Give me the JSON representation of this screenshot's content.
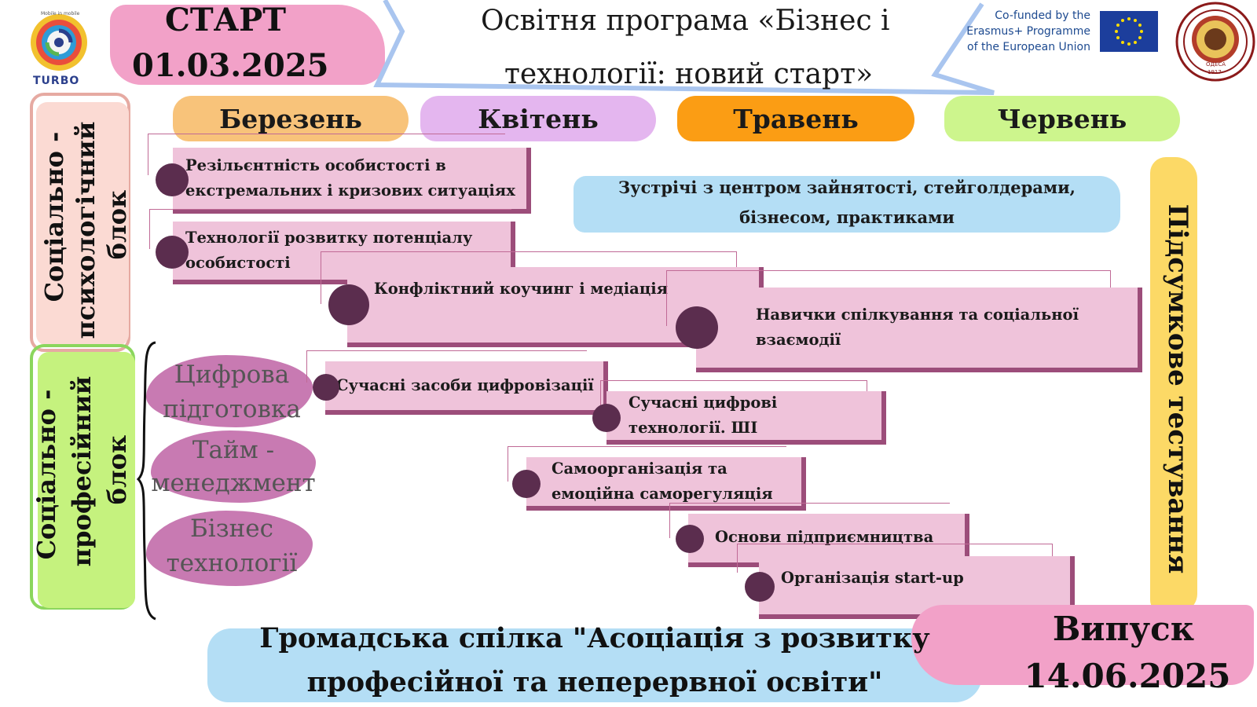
{
  "header": {
    "start_label": "СТАРТ",
    "start_date": "01.03.2025",
    "title_line1": "Освітня програма «Бізнес і",
    "title_line2": "технології: новий старт»",
    "logo_left_text": "TURBO",
    "logo_left_small": "Mobile in mobile",
    "cofunded_line1": "Co-funded by the",
    "cofunded_line2": "Erasmus+ Programme",
    "cofunded_line3": "of the European Union",
    "seal_year": "1917",
    "seal_city": "ОДЕСА"
  },
  "months": [
    "Березень",
    "Квітень",
    "Травень",
    "Червень"
  ],
  "blocks": {
    "social_psych_line1": "Соціально -",
    "social_psych_line2": "психологічний",
    "social_psych_line3": "блок",
    "social_prof_line1": "Соціально -",
    "social_prof_line2": "професійний",
    "social_prof_line3": "блок"
  },
  "categories": [
    {
      "line1": "Цифрова",
      "line2": "підготовка"
    },
    {
      "line1": "Тайм -",
      "line2": "менеджмент"
    },
    {
      "line1": "Бізнес",
      "line2": "технології"
    }
  ],
  "tasks": {
    "resilience_1": "Резільєнтність особистості в",
    "resilience_2": "екстремальних і кризових ситуаціях",
    "potential_1": "Технології розвитку потенціалу",
    "potential_2": "особистості",
    "coaching": "Конфліктний коучинг і медіація",
    "communication_1": "Навички спілкування та соціальної",
    "communication_2": "взаємодії",
    "digital_tools": "Сучасні засоби цифровізації",
    "digital_tech_1": "Сучасні цифрові",
    "digital_tech_2": "технології. ШІ",
    "self_org_1": "Самоорганізація та",
    "self_org_2": "емоційна саморегуляція",
    "entrepreneurship": "Основи підприємництва",
    "startup": "Організація start-up"
  },
  "meetings": {
    "line1": "Зустрічі з центром зайнятості, стейголдерами,",
    "line2": "бізнесом,  практиками"
  },
  "final_testing": "Підсумкове тестування",
  "footer": {
    "org_line1": "Громадська спілка \"Асоціація з розвитку",
    "org_line2": "професійної та неперервної освіти\"",
    "release_label": "Випуск",
    "release_date": "14.06.2025"
  },
  "colors": {
    "pink_brush": "#f2a1c8",
    "month_march": "#f8c37a",
    "month_april": "#e4b6ef",
    "month_may": "#fb9d14",
    "month_june": "#cdf58d",
    "task_fill": "#efc3da",
    "task_border": "#9c4d7a",
    "dot": "#5b2d4e",
    "light_blue": "#b4def5",
    "yellow": "#fcd966",
    "green": "#c5f27e",
    "blob": "#c87ab2"
  }
}
